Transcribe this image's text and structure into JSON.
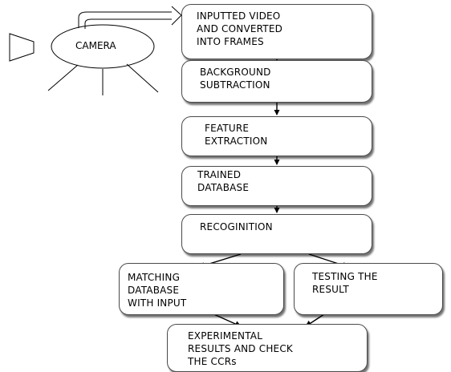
{
  "camera": {
    "label": "CAMERA"
  },
  "flow": {
    "input": "INPUTTED VIDEO\nAND CONVERTED\nINTO FRAMES",
    "background_subtraction": "BACKGROUND\nSUBTRACTION",
    "feature_extraction": "FEATURE\nEXTRACTION",
    "trained_database": "TRAINED\nDATABASE",
    "recognition": "RECOGINITION",
    "matching": "MATCHING\nDATABASE\nWITH INPUT",
    "testing": "TESTING THE\nRESULT",
    "results": "EXPERIMENTAL\nRESULTS AND CHECK\nTHE CCRs"
  },
  "colors": {
    "stroke": "#000000",
    "box_border": "#4a4a4a",
    "shadow": "#555555"
  }
}
